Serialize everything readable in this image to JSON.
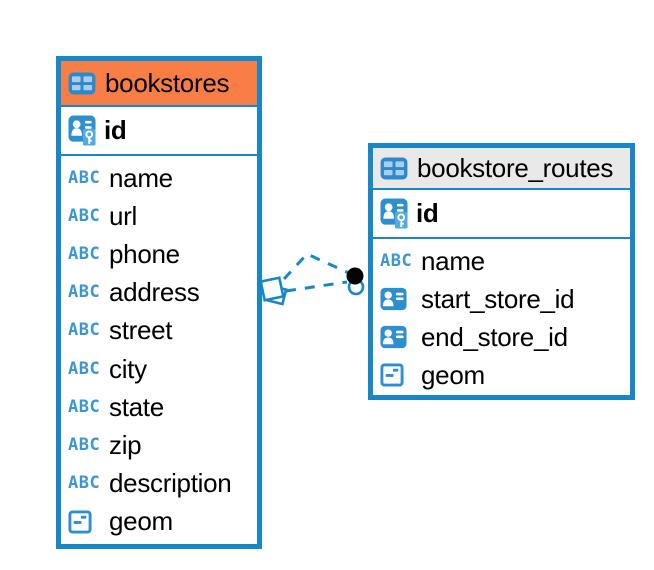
{
  "diagram": {
    "kind": "database-erd",
    "colors": {
      "accent_blue": "#1787C8",
      "icon_blue": "#2E8FD0",
      "bookstores_header": "#F87E45",
      "bookstore_routes_header": "#E9E9E9",
      "text": "#000000"
    },
    "tables": {
      "bookstores": {
        "title": "bookstores",
        "primary_key": {
          "name": "id",
          "icon": "primary-key"
        },
        "columns": [
          {
            "name": "name",
            "type": "text"
          },
          {
            "name": "url",
            "type": "text"
          },
          {
            "name": "phone",
            "type": "text"
          },
          {
            "name": "address",
            "type": "text"
          },
          {
            "name": "street",
            "type": "text"
          },
          {
            "name": "city",
            "type": "text"
          },
          {
            "name": "state",
            "type": "text"
          },
          {
            "name": "zip",
            "type": "text"
          },
          {
            "name": "description",
            "type": "text"
          },
          {
            "name": "geom",
            "type": "geometry"
          }
        ]
      },
      "bookstore_routes": {
        "title": "bookstore_routes",
        "primary_key": {
          "name": "id",
          "icon": "primary-key"
        },
        "columns": [
          {
            "name": "name",
            "type": "text"
          },
          {
            "name": "start_store_id",
            "type": "reference"
          },
          {
            "name": "end_store_id",
            "type": "reference"
          },
          {
            "name": "geom",
            "type": "geometry"
          }
        ]
      }
    },
    "relationship": {
      "from_table": "bookstores",
      "to_table": "bookstore_routes",
      "line_style": "dashed",
      "line_count": 2,
      "from_marker": "diamond",
      "to_marker": "dot"
    },
    "type_icon_text": {
      "text_type": "ABC"
    }
  }
}
